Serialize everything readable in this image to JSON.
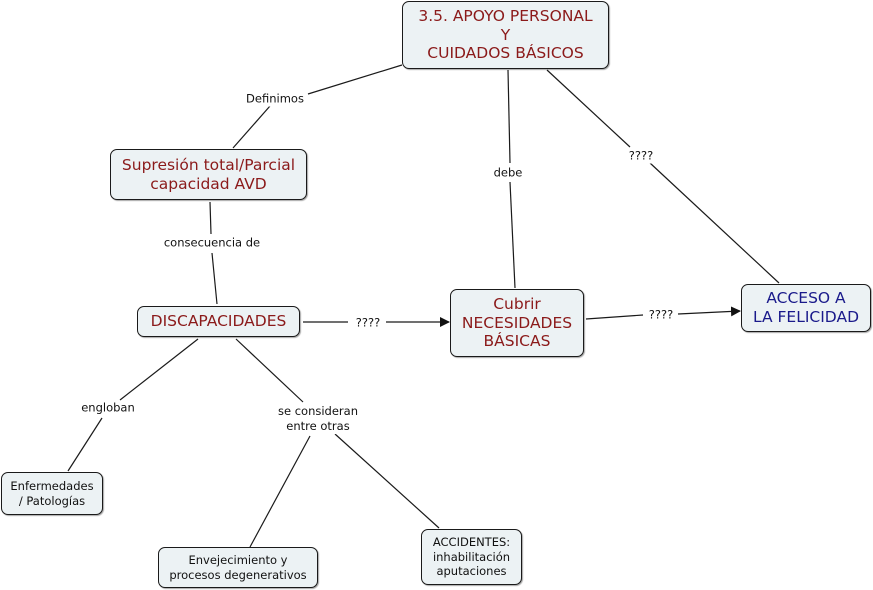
{
  "concept_map": {
    "title": "3.5. APOYO PERSONAL\nY\nCUIDADOS BÁSICOS",
    "colors": {
      "node_fill": "#ecf2f4",
      "node_border": "#1a1a1a",
      "text_red": "#8b1a1a",
      "text_blue": "#1a1a8b",
      "line": "#1a1a1a"
    },
    "nodes": {
      "apoyo": "3.5. APOYO PERSONAL\nY\nCUIDADOS BÁSICOS",
      "supresion": "Supresión total/Parcial\ncapacidad AVD",
      "discapacidades": "DISCAPACIDADES",
      "necesidades": "Cubrir\nNECESIDADES\nBÁSICAS",
      "felicidad": "ACCESO A\nLA FELICIDAD",
      "enfermedades": "Enfermedades\n/ Patologías",
      "envejecimiento": "Envejecimiento y\nprocesos degenerativos",
      "accidentes": "ACCIDENTES:\ninhabilitación\naputaciones"
    },
    "links": {
      "definimos": "Definimos",
      "debe": "debe",
      "q_apoyo_felicidad": "????",
      "consecuencia": "consecuencia de",
      "q_disc_neces": "????",
      "q_neces_felic": "????",
      "engloban": "engloban",
      "se_consideran": "se consideran\nentre otras"
    }
  }
}
